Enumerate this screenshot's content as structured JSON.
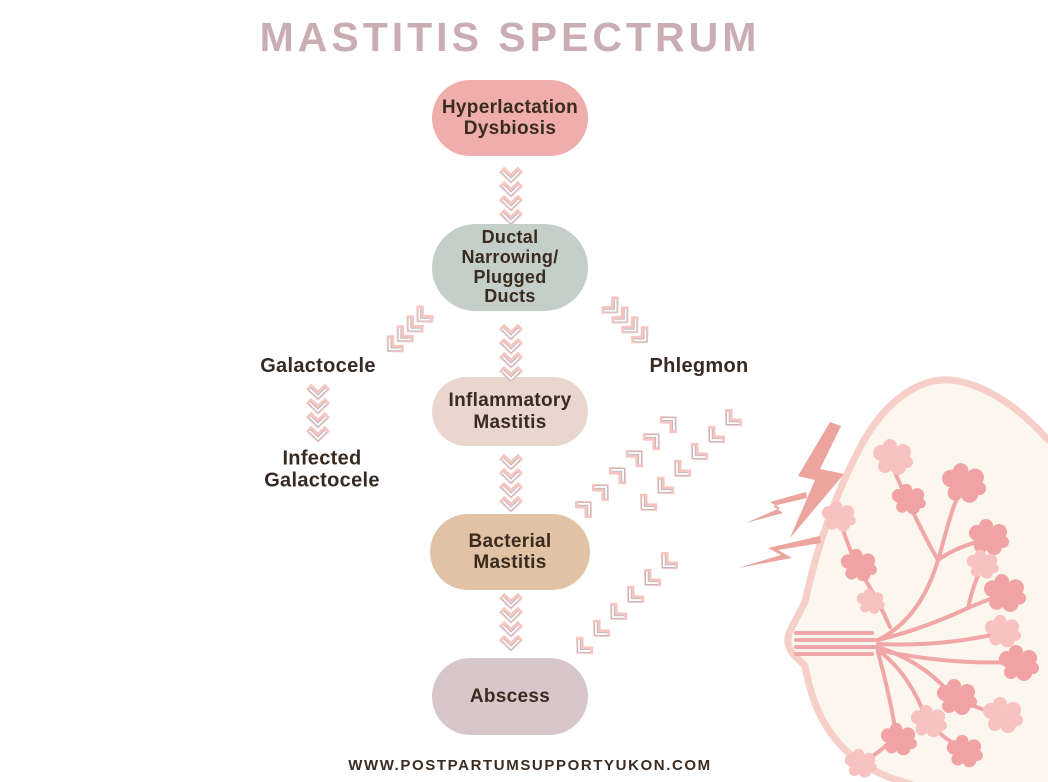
{
  "title": "MASTITIS SPECTRUM",
  "footer": {
    "url": "WWW.POSTPARTUMSUPPORTYUKON.COM"
  },
  "palette": {
    "title_color": "#c9adb3",
    "dark_text": "#3a2b21",
    "chevron_pink": "#f5c5c0",
    "illustration_outline": "#f6cfc8",
    "illustration_fill": "#fbf7ee",
    "lobule_dark": "#f1a2a4",
    "lobule_light": "#f8c2c1",
    "bolt_color": "#eba49e"
  },
  "nodes": {
    "hyperlactation": {
      "lines": [
        "Hyperlactation",
        "Dysbiosis"
      ],
      "color": "#efadab"
    },
    "ductal": {
      "lines": [
        "Ductal",
        "Narrowing/",
        "Plugged",
        "Ducts"
      ],
      "color": "#c3cfc8"
    },
    "inflammatory": {
      "lines": [
        "Inflammatory",
        "Mastitis"
      ],
      "color": "#e9d6cf"
    },
    "bacterial": {
      "lines": [
        "Bacterial",
        "Mastitis"
      ],
      "color": "#e2c2a4"
    },
    "abscess": {
      "lines": [
        "Abscess"
      ],
      "color": "#d7c7cb"
    },
    "galactocele": {
      "lines": [
        "Galactocele"
      ]
    },
    "infected_galactocele": {
      "lines": [
        "Infected",
        "Galactocele"
      ]
    },
    "phlegmon": {
      "lines": [
        "Phlegmon"
      ]
    }
  },
  "connections": [
    {
      "from": "Hyperlactation Dysbiosis",
      "to": "Ductal Narrowing/Plugged Ducts"
    },
    {
      "from": "Ductal Narrowing/Plugged Ducts",
      "to": "Galactocele"
    },
    {
      "from": "Ductal Narrowing/Plugged Ducts",
      "to": "Inflammatory Mastitis"
    },
    {
      "from": "Ductal Narrowing/Plugged Ducts",
      "to": "Phlegmon"
    },
    {
      "from": "Galactocele",
      "to": "Infected Galactocele"
    },
    {
      "from": "Inflammatory Mastitis",
      "to": "Phlegmon"
    },
    {
      "from": "Inflammatory Mastitis",
      "to": "Bacterial Mastitis"
    },
    {
      "from": "Phlegmon",
      "to": "Bacterial Mastitis"
    },
    {
      "from": "Phlegmon",
      "to": "Abscess"
    },
    {
      "from": "Bacterial Mastitis",
      "to": "Abscess"
    }
  ]
}
